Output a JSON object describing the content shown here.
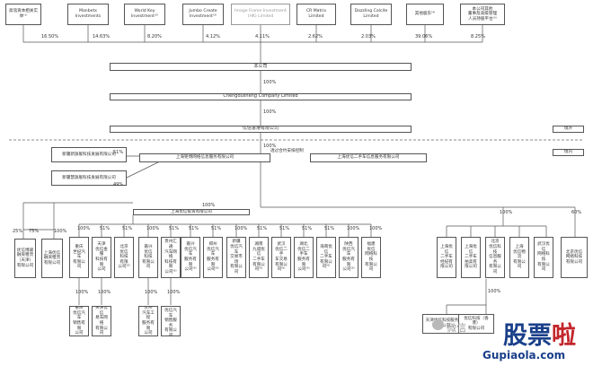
{
  "shareholders": [
    "高瓴资本相关实体⁽¹⁾",
    "Manbetx\nInvestments",
    "World Key\nInvestment⁽²⁾",
    "Jumbo Create\nInvestment⁽³⁾",
    "Image Frame Investment\n(HK) Limited",
    "CR Matrix\nLimited",
    "Dazzling Calcite\nLimited",
    "其他股东⁽⁴⁾",
    "本公司其他\n董事及高级管理\n人员持股平台⁽⁵⁾"
  ],
  "shareholder_pcts": [
    "16.50%",
    "14.63%",
    "8.20%",
    "4.12%",
    "4.11%",
    "2.62%",
    "2.03%",
    "39.06%",
    "8.25%"
  ],
  "company": "本公司",
  "chengdu": "Chengdusheng Company Limited",
  "hk_sub": "优信香港有限公司",
  "wfoe": "上海钜博网络信息服务有限公司",
  "vie": "上海优信二手车信息服务有限公司",
  "contract_label": "透过合约安排控制",
  "side_entities": [
    "新疆新旗舰科技发展有限公司",
    "新疆慧旗舰科技发展有限公司"
  ],
  "side_pcts": [
    "51%",
    "49%"
  ],
  "region_labels": [
    "境外",
    "境内"
  ],
  "mid_holding": "上海优信投资有限公司",
  "mid_holding_pct": "100%",
  "left_entities": [
    "优信博骏融资租赁（天津）有限公司",
    "上海优信融资租赁有限公司"
  ],
  "left_pcts": [
    "25%",
    "75%",
    "100%"
  ],
  "row_entities": [
    "重庆\n世纪汽车\n有限公司",
    "天津\n优信金服\n科技有限\n公司",
    "北京\n优信\n科技\n有限\n公司⁽⁶⁾",
    "嘉兴\n优信\n科技\n有限公司",
    "贵州汇通\n汽车网络\n科技有限\n公司⁽⁶⁾",
    "嘉兴\n优信汽车\n服务有限\n公司⁽⁶⁾",
    "郑州\n优信汽车\n服务有限\n公司⁽⁶⁾",
    "新疆\n优信汽车\n交易市场\n有限公司",
    "湖南\n九城优信\n二手车\n有限公司⁽⁶⁾",
    "武汉\n优信二手\n车交易\n有限公司⁽⁶⁾",
    "湖北\n优信二手车\n服务有限\n公司⁽⁶⁾",
    "海南优信\n二手车\n有限公司⁽⁶⁾",
    "陕西\n优信汽车\n服务有限\n公司⁽⁶⁾",
    "福建\n优信\n网络科技\n有限公司"
  ],
  "row_pcts": [
    "100%",
    "51%",
    "51%",
    "100%",
    "51%",
    "51%",
    "51%",
    "100%",
    "51%",
    "51%",
    "51%",
    "51%",
    "100%",
    "100%"
  ],
  "child_entities": [
    "重庆\n优信汽车\n销售有限\n公司",
    "天津优信\n易车网络\n有限公司",
    "贵州\n汽车工程\n服务有限\n公司",
    "嘉兴\n优信汽车\n销售服务\n有限公司"
  ],
  "child_pcts": [
    "100%",
    "100%",
    "100%",
    "100%"
  ],
  "right_entities": [
    "上海优信\n二手车\n经纪有限公司",
    "上海优信\n二手车\n拍卖有限公司",
    "北京\n优信科技\n信息服务\n有限公司",
    "上海\n优信物流\n有限公司",
    "武汉优信\n网络科技\n有限公司",
    "北京优信\n网络科技\n有限公司"
  ],
  "right_pct": "100%",
  "far_pct": "60%",
  "right_children": [
    "天津优信科技服务\n有限公司",
    "优信科技（香港）\n有限公司"
  ],
  "right_children_pct": "100%",
  "watermark": {
    "wechat": "微信",
    "brand_a": "股票",
    "brand_b": "啦",
    "url": "Gupiaola.com"
  }
}
